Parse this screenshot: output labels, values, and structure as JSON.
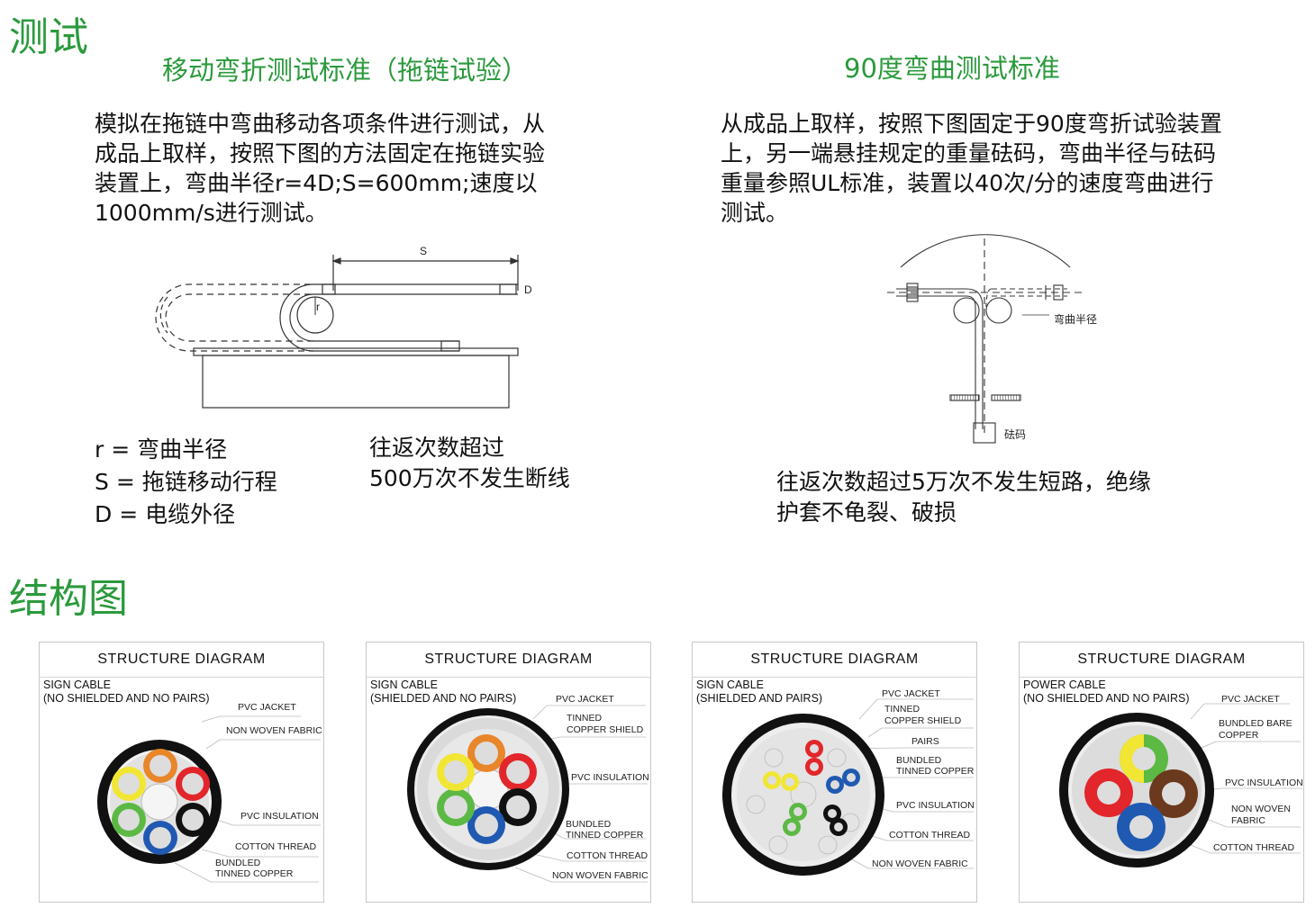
{
  "sections": {
    "test_title": "测试",
    "structure_title": "结构图"
  },
  "left_test": {
    "title": "移动弯折测试标准（拖链试验）",
    "para_lines": [
      "模拟在拖链中弯曲移动各项条件进行测试，从",
      "成品上取样，按照下图的方法固定在拖链实验",
      "装置上，弯曲半径r=4D;S=600mm;速度以",
      "1000mm/s进行测试。"
    ],
    "diagram": {
      "s_label": "S",
      "d_label": "D",
      "r_label": "r"
    },
    "legend": [
      "r = 弯曲半径",
      "S = 拖链移动行程",
      "D = 电缆外径"
    ],
    "result_lines": [
      "往返次数超过",
      "500万次不发生断线"
    ]
  },
  "right_test": {
    "title": "90度弯曲测试标准",
    "para_lines": [
      "从成品上取样，按照下图固定于90度弯折试验装置",
      "上，另一端悬挂规定的重量砝码，弯曲半径与砝码",
      "重量参照UL标准，装置以40次/分的速度弯曲进行",
      "测试。"
    ],
    "diagram": {
      "radius_label": "弯曲半径",
      "weight_label": "砝码"
    },
    "result_lines": [
      "往返次数超过5万次不发生短路，绝缘",
      "护套不龟裂、破损"
    ]
  },
  "cards": [
    {
      "heading": "STRUCTURE  DIAGRAM",
      "name_lines": [
        "SIGN CABLE",
        "(NO SHIELDED AND NO PAIRS)"
      ],
      "labels": [
        "PVC JACKET",
        "NON WOVEN FABRIC",
        "PVC INSULATION",
        "COTTON THREAD",
        "BUNDLED",
        "TINNED COPPER"
      ]
    },
    {
      "heading": "STRUCTURE  DIAGRAM",
      "name_lines": [
        "SIGN CABLE",
        "(SHIELDED AND NO PAIRS)"
      ],
      "labels": [
        "PVC JACKET",
        "TINNED",
        "COPPER SHIELD",
        "PVC INSULATION",
        "BUNDLED",
        "TINNED COPPER",
        "COTTON THREAD",
        "NON WOVEN FABRIC"
      ]
    },
    {
      "heading": "STRUCTURE  DIAGRAM",
      "name_lines": [
        "SIGN CABLE",
        "(SHIELDED AND PAIRS)"
      ],
      "labels": [
        "PVC JACKET",
        "TINNED",
        "COPPER SHIELD",
        "PAIRS",
        "BUNDLED",
        "TINNED COPPER",
        "PVC INSULATION",
        "COTTON THREAD",
        "NON WOVEN FABRIC"
      ]
    },
    {
      "heading": "STRUCTURE  DIAGRAM",
      "name_lines": [
        "POWER CABLE",
        "(NO SHIELDED AND NO PAIRS)"
      ],
      "labels": [
        "PVC JACKET",
        "BUNDLED BARE",
        "COPPER",
        "PVC INSULATION",
        "NON WOVEN",
        "FABRIC",
        "COTTON THREAD"
      ]
    }
  ],
  "colors": {
    "accent_green": "#2a9a3c",
    "core_orange": "#e8862a",
    "core_red": "#e2262b",
    "core_yellow": "#f1e634",
    "core_green": "#5bb944",
    "core_blue": "#2059b1",
    "core_black": "#111111",
    "core_brown": "#6b3a1e",
    "jacket_black": "#111111"
  }
}
